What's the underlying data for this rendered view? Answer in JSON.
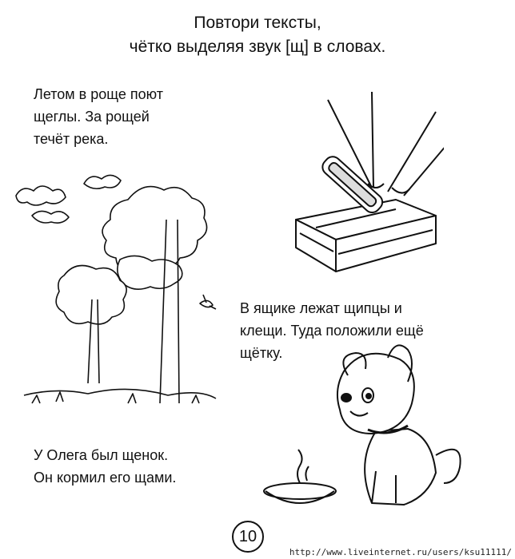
{
  "title": {
    "line1": "Повтори тексты,",
    "line2": "чётко выделяя звук [щ] в словах."
  },
  "texts": {
    "grove": [
      "Летом в роще поют",
      "щеглы. За рощей",
      "течёт река."
    ],
    "box": [
      "В ящике лежат щипцы и",
      "клещи. Туда положили ещё",
      "щётку."
    ],
    "puppy": [
      "У Олега был щенок.",
      "Он кормил его щами."
    ]
  },
  "illustrations": {
    "grove": "trees-and-clouds",
    "box": "tongs-brush-box",
    "puppy": "puppy-and-bowl"
  },
  "page_number": "10",
  "footer": "http://www.liveinternet.ru/users/ksu11111/"
}
